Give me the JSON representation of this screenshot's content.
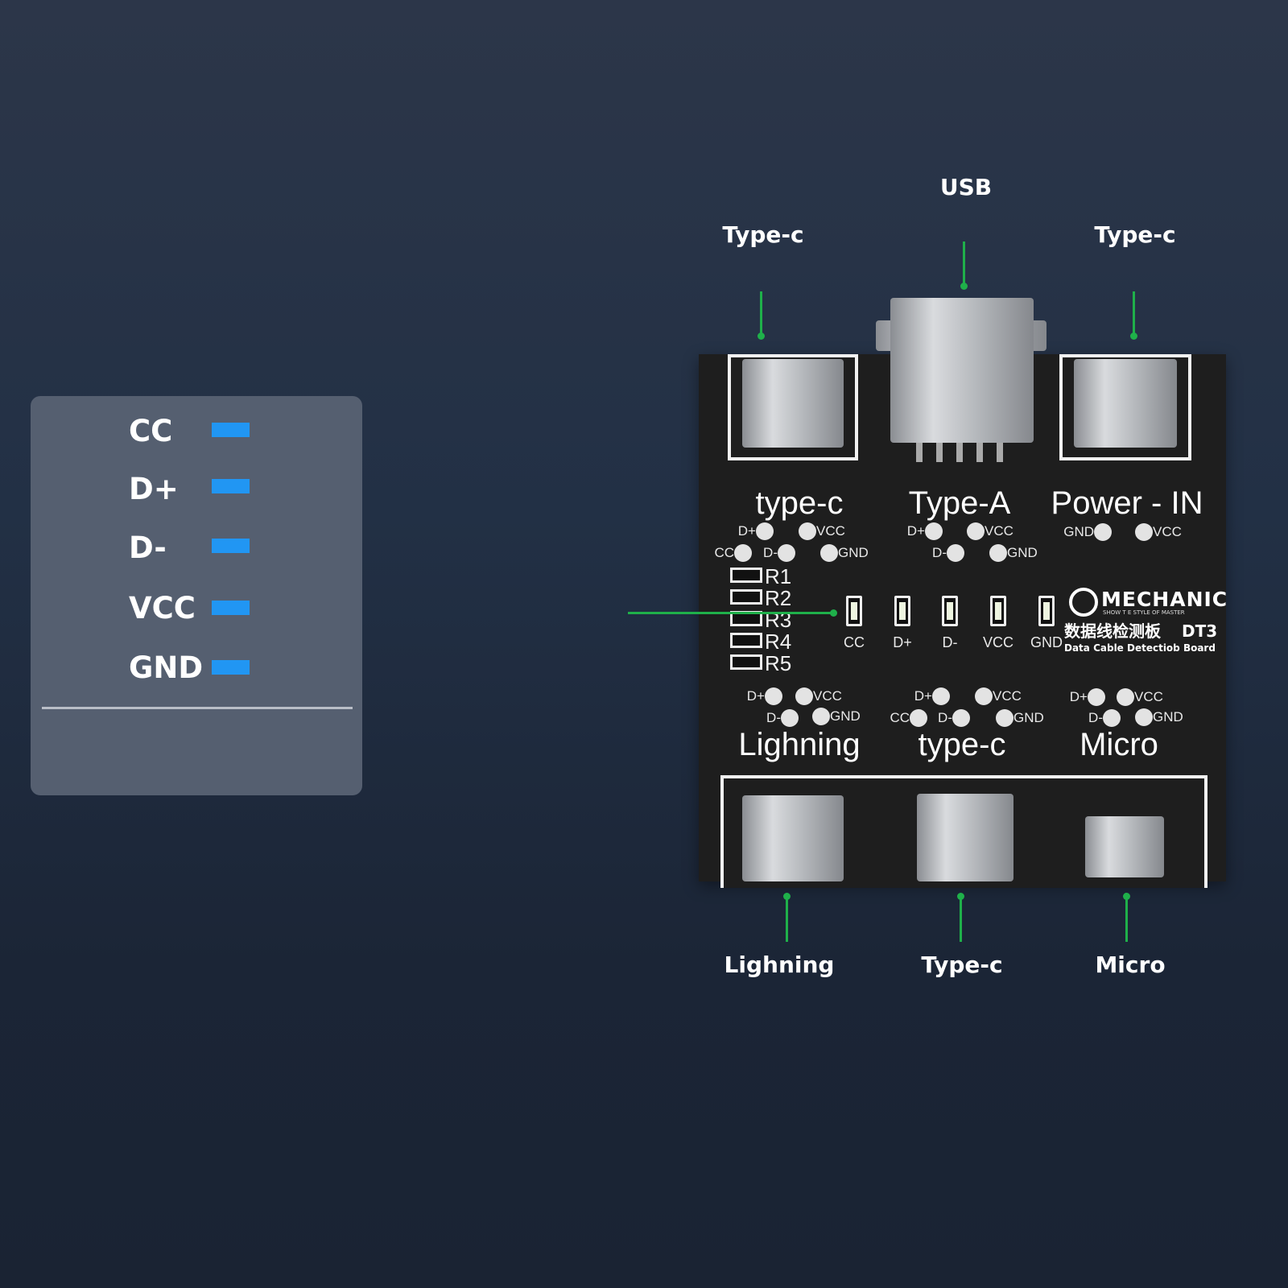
{
  "legend_panel": {
    "items": [
      {
        "label": "CC"
      },
      {
        "label": "D+"
      },
      {
        "label": "D-"
      },
      {
        "label": "VCC"
      },
      {
        "label": "GND"
      }
    ],
    "indicator_color": "#2196f3"
  },
  "callouts": {
    "usb": "USB",
    "top_left": "Type-c",
    "top_right": "Type-c",
    "bottom_left": "Lighning",
    "bottom_center": "Type-c",
    "bottom_right": "Micro",
    "line_color": "#1fb04a"
  },
  "board": {
    "sections": {
      "top_left": "type-c",
      "top_center": "Type-A",
      "top_right": "Power - IN",
      "bottom_left": "Lighning",
      "bottom_center": "type-c",
      "bottom_right": "Micro"
    },
    "pin_groups": {
      "top_typec": [
        "D+",
        "VCC",
        "CC",
        "D-",
        "GND"
      ],
      "typea": [
        "D+",
        "VCC",
        "D-",
        "GND"
      ],
      "power_in": [
        "GND",
        "VCC"
      ],
      "lightning": [
        "D+",
        "VCC",
        "D-",
        "GND"
      ],
      "bottom_typec": [
        "D+",
        "VCC",
        "CC",
        "D-",
        "GND"
      ],
      "micro": [
        "D+",
        "VCC",
        "D-",
        "GND"
      ]
    },
    "resistors": [
      "R1",
      "R2",
      "R3",
      "R4",
      "R5"
    ],
    "leds": [
      "CC",
      "D+",
      "D-",
      "VCC",
      "GND"
    ],
    "brand": {
      "name": "MECHANIC",
      "tagline": "SHOW T E STYLE OF MASTER",
      "title_cn": "数据线检测板",
      "model": "DT3",
      "subtitle": "Data Cable Detectiob Board"
    }
  }
}
